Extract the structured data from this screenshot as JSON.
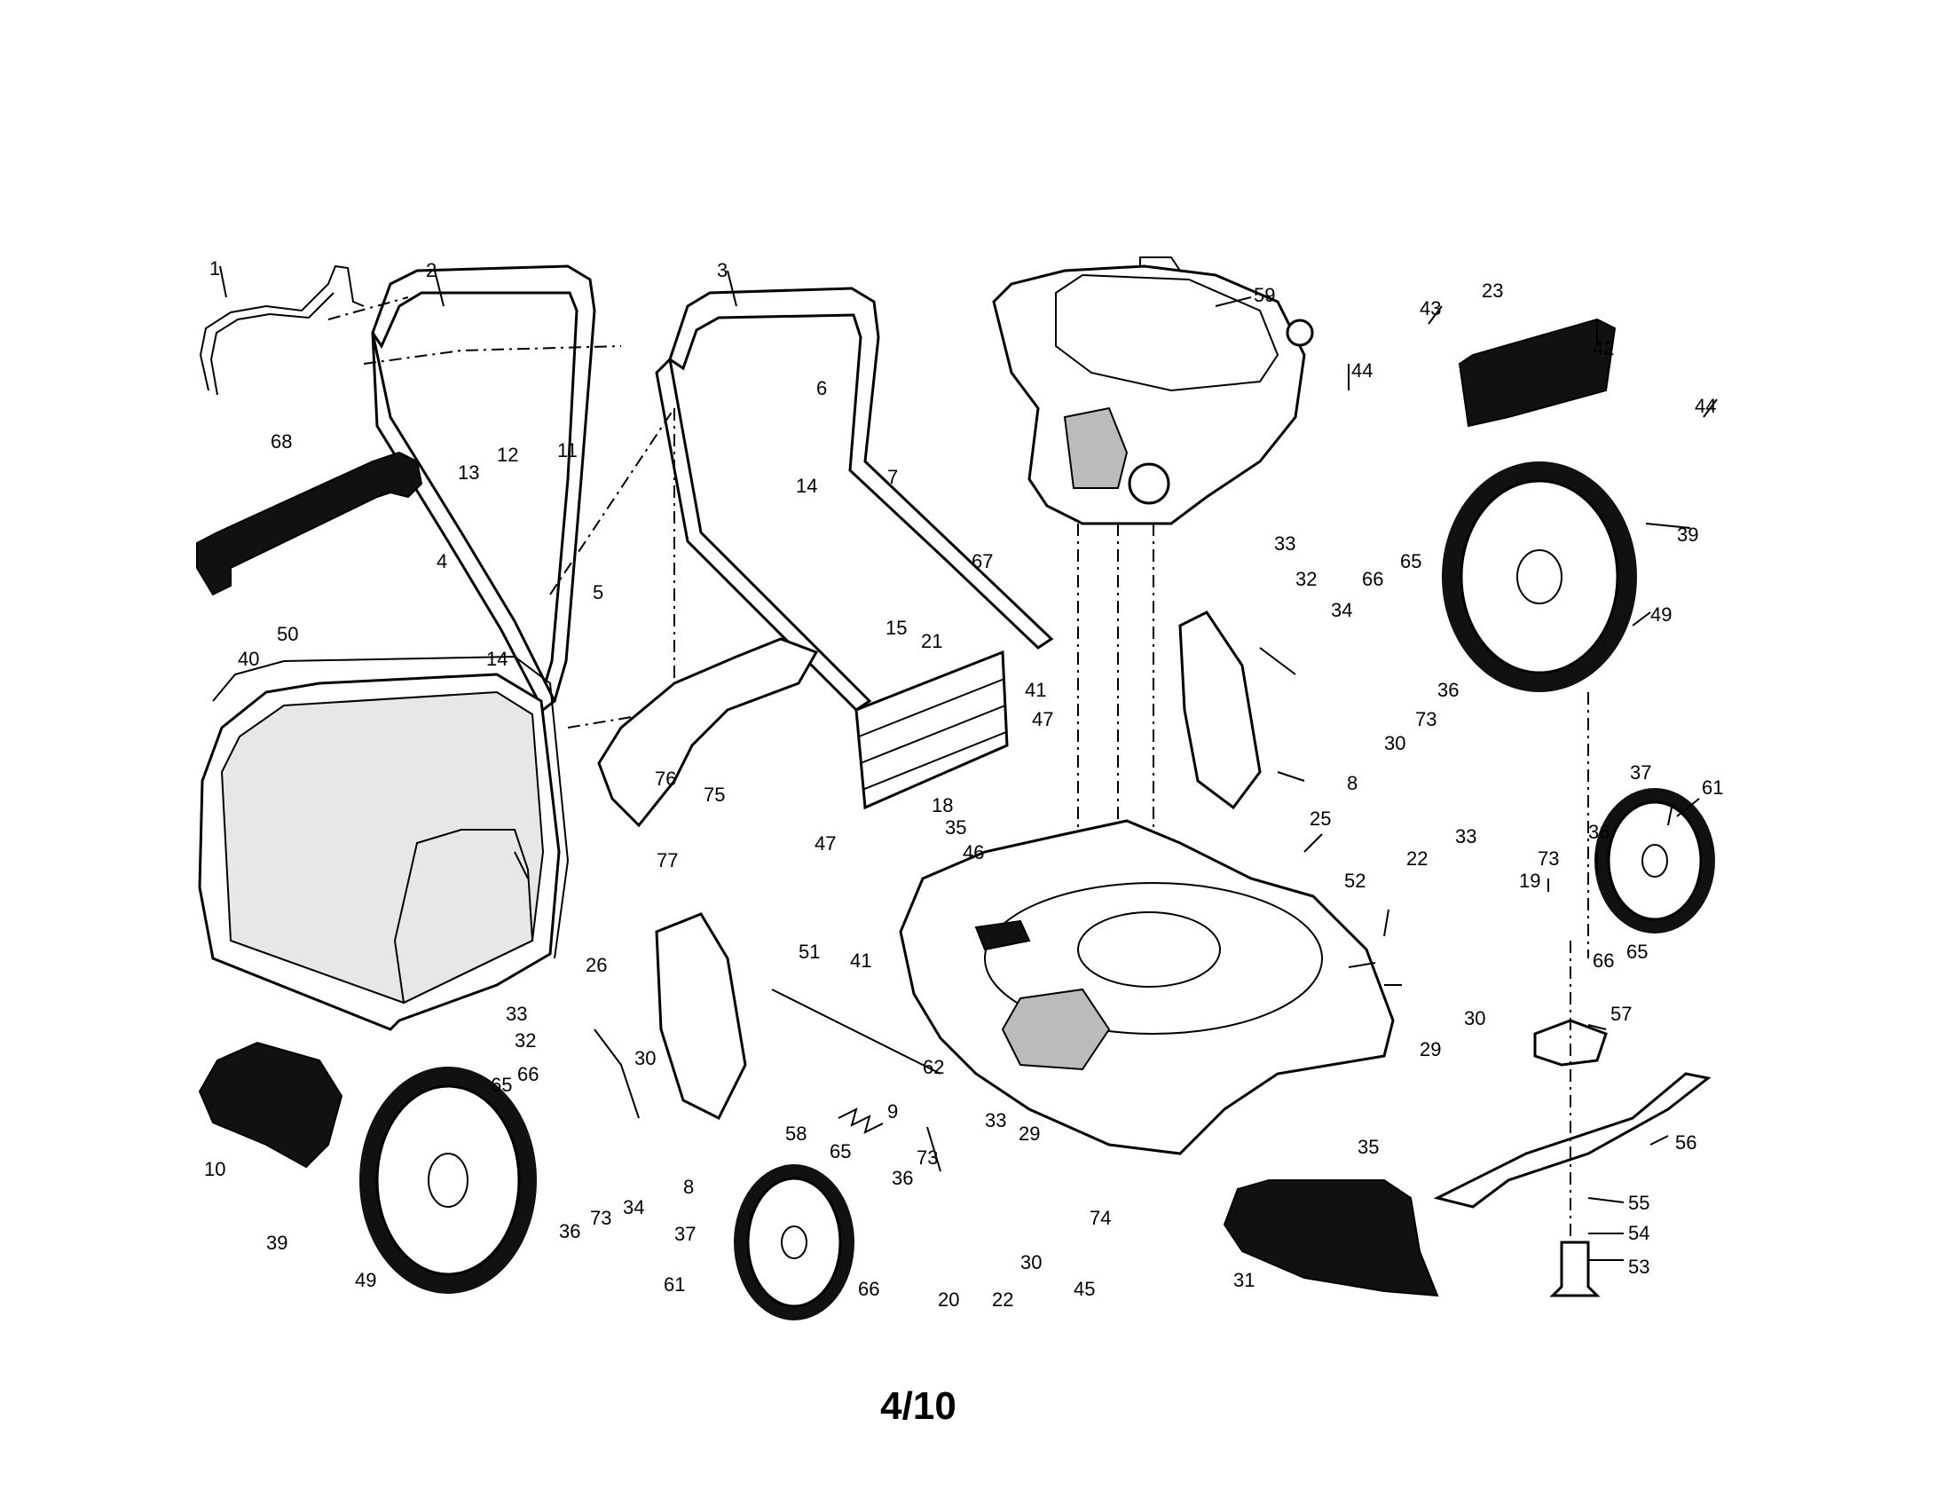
{
  "page_number": "4/10",
  "callouts": [
    "1",
    "2",
    "3",
    "4",
    "5",
    "6",
    "7",
    "8",
    "10",
    "11",
    "12",
    "13",
    "14",
    "15",
    "18",
    "19",
    "20",
    "21",
    "22",
    "23",
    "25",
    "26",
    "29",
    "30",
    "31",
    "32",
    "33",
    "34",
    "35",
    "36",
    "37",
    "39",
    "40",
    "41",
    "42",
    "43",
    "44",
    "45",
    "46",
    "47",
    "49",
    "50",
    "51",
    "52",
    "53",
    "54",
    "55",
    "56",
    "57",
    "58",
    "59",
    "61",
    "62",
    "65",
    "66",
    "67",
    "68",
    "73",
    "74",
    "75",
    "76",
    "77",
    "9"
  ]
}
